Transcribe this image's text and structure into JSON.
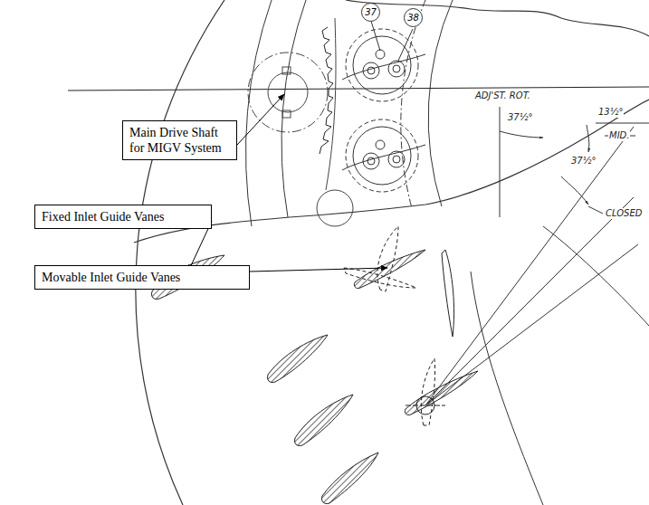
{
  "diagram": {
    "nodes": [
      {
        "text": [
          "37"
        ]
      },
      {
        "text": [
          "38"
        ]
      },
      {
        "text": [
          "Main Drive Shaft for MIGV System"
        ]
      },
      {
        "text": [
          "Fixed Inlet Guide Vanes"
        ]
      },
      {
        "text": [
          "Movable Inlet Guide Vanes"
        ]
      }
    ],
    "labels": [
      "ADJ'ST. ROT.",
      "37½°",
      "13½°",
      "MID.",
      "37½°",
      "CLOSED"
    ]
  }
}
